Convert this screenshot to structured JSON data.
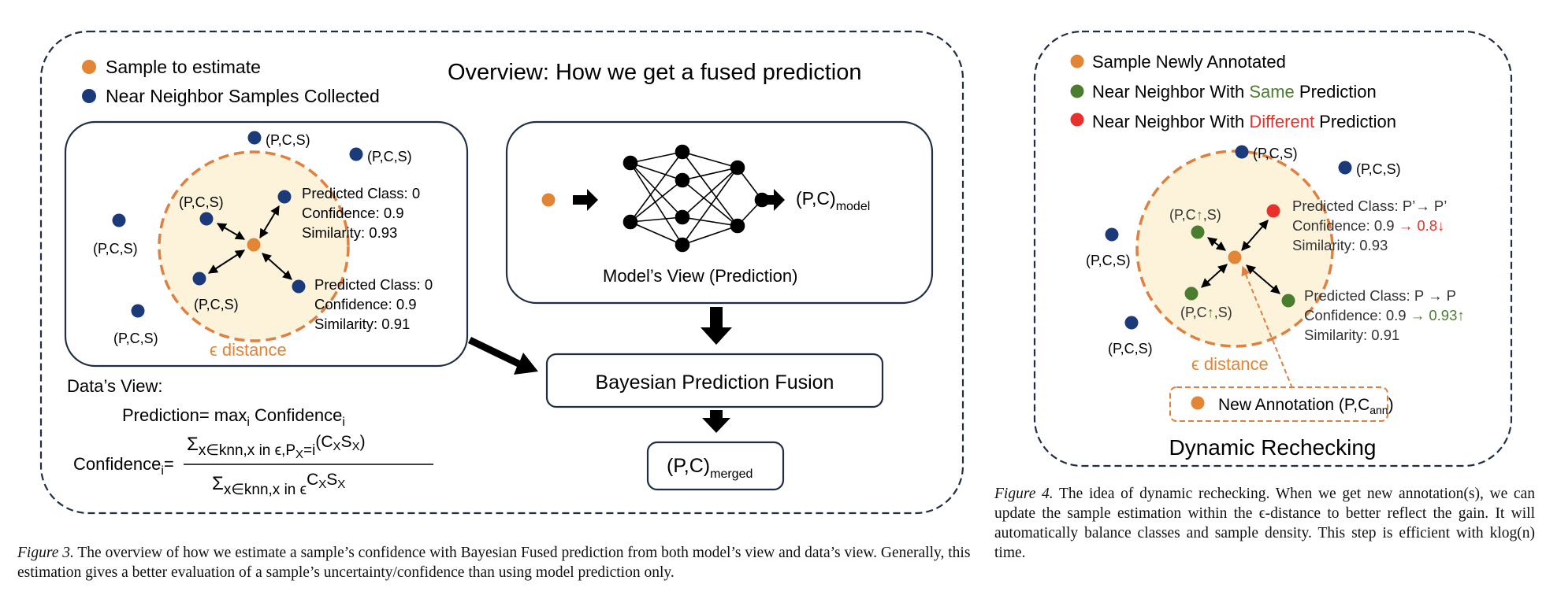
{
  "colors": {
    "sample": "#E28535",
    "neighbor": "#1A3A7A",
    "same": "#4A7D2E",
    "different": "#E8312A",
    "epsilon_fill": "#FCF3DA",
    "epsilon_stroke": "#E08040",
    "frame_dash": "#1F2E44",
    "box_stroke": "#1F2E44"
  },
  "figure3": {
    "title": "Overview: How we get a fused prediction",
    "legend": [
      {
        "icon": "orange-dot",
        "label": "Sample to estimate"
      },
      {
        "icon": "navy-dot",
        "label": "Near Neighbor Samples Collected"
      }
    ],
    "data_panel": {
      "neighbor_label": "(P,C,S)",
      "epsilon_label": "ϵ distance",
      "info_top": [
        "Predicted Class: 0",
        "Confidence: 0.9",
        "Similarity: 0.93"
      ],
      "info_bottom": [
        "Predicted Class: 0",
        "Confidence: 0.9",
        "Similarity: 0.91"
      ]
    },
    "model_panel": {
      "output_main": "(P,C)",
      "output_sub": "model",
      "caption": "Model’s View (Prediction)"
    },
    "fusion_box": "Bayesian Prediction Fusion",
    "merged_main": "(P,C)",
    "merged_sub": "merged",
    "data_view": {
      "heading": "Data’s View:",
      "prediction_lhs": "Prediction= max",
      "prediction_sub": "i",
      "prediction_rhs": " Confidence",
      "prediction_rhs_sub": "i",
      "confidence_lhs": "Confidence",
      "confidence_lhs_sub": "i",
      "equals": "=",
      "numerator_sigma": "Σ",
      "numerator_sub": "x∈knn,x in ϵ,P",
      "numerator_sub_sub": "X",
      "numerator_sub_tail": "=i",
      "numerator_tail": "(C",
      "numerator_cx_sub": "X",
      "numerator_s": "S",
      "numerator_sx_sub": "X",
      "numerator_close": ")",
      "denominator_sigma": "Σ",
      "denominator_sub": "x∈knn,x in ϵ",
      "denominator_c": "C",
      "denominator_cx_sub": "X",
      "denominator_s": "S",
      "denominator_sx_sub": "X"
    },
    "caption_label": "Figure 3.",
    "caption_text": " The overview of how we estimate a sample’s confidence with Bayesian Fused prediction from both model’s view and data’s view. Generally, this estimation gives a better evaluation of a sample’s uncertainty/confidence than using model prediction only."
  },
  "figure4": {
    "title": "Dynamic Rechecking",
    "legend": [
      {
        "icon": "orange-dot",
        "pre": "Sample Newly Annotated",
        "highlight": "",
        "post": ""
      },
      {
        "icon": "green-dot",
        "pre": "Near Neighbor With ",
        "highlight": "Same",
        "post": " Prediction"
      },
      {
        "icon": "red-dot",
        "pre": "Near Neighbor With ",
        "highlight": "Different",
        "post": " Prediction"
      }
    ],
    "neighbor_label": "(P,C,S)",
    "updated_label_pre": "(P,C",
    "updated_label_arrow": "↑",
    "updated_label_post": ",S)",
    "epsilon_label": "ϵ distance",
    "info_top": {
      "line1": "Predicted Class: P’→ P’",
      "line2_pre": "Confidence: 0.9 ",
      "line2_change": "→ 0.8↓",
      "line3": "Similarity: 0.93"
    },
    "info_bottom": {
      "line1": "Predicted Class: P → P",
      "line2_pre": "Confidence: 0.9 ",
      "line2_change": "→ 0.93↑",
      "line3": "Similarity: 0.91"
    },
    "annotation_main": "New Annotation (P,C",
    "annotation_sub": "ann",
    "annotation_close": ")",
    "caption_label": "Figure 4.",
    "caption_text": " The idea of dynamic rechecking.  When we get new annotation(s), we can update the sample estimation within the ϵ-distance to better reflect the gain. It will automatically balance classes and sample density. This step is efficient with klog(n) time."
  }
}
